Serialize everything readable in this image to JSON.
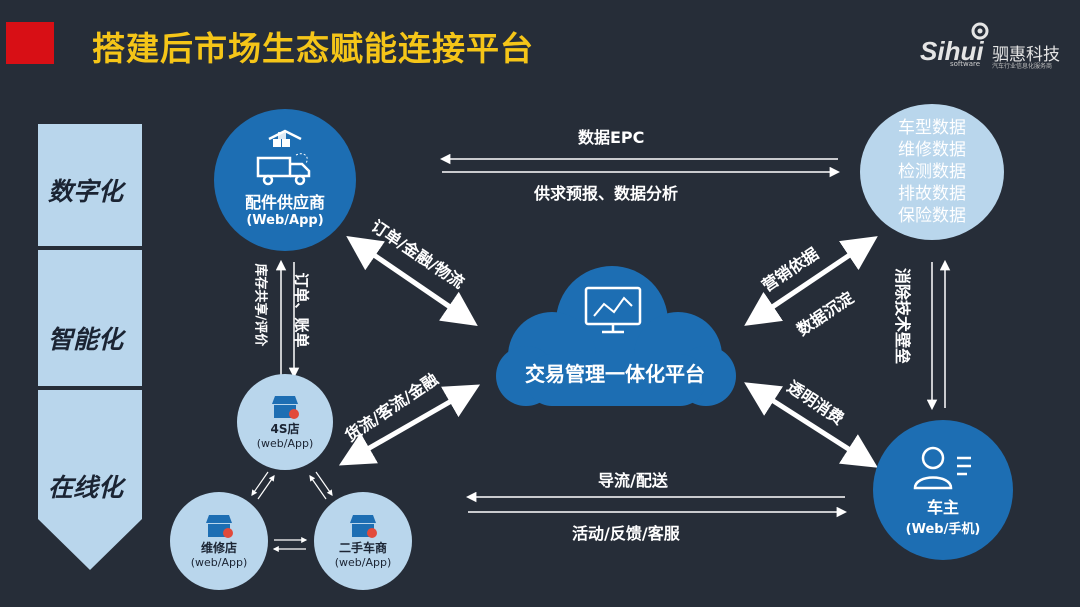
{
  "title": "搭建后市场生态赋能连接平台",
  "logo": {
    "brand": "Sihui",
    "cn": "驷惠科技",
    "sub": "software",
    "tagline": "汽车行业信息化服务商"
  },
  "left_column": [
    "数字化",
    "智能化",
    "在线化"
  ],
  "nodes": {
    "supplier": {
      "name": "配件供应商",
      "sub": "(Web/App)"
    },
    "platform": {
      "name": "交易管理一体化平台"
    },
    "data_center": {
      "lines": [
        "车型数据",
        "维修数据",
        "检测数据",
        "排故数据",
        "保险数据"
      ]
    },
    "owner": {
      "name": "车主",
      "sub": "(Web/手机)"
    },
    "store4s": {
      "name": "4S店",
      "sub": "(web/App)"
    },
    "repair": {
      "name": "维修店",
      "sub": "(web/App)"
    },
    "usedcar": {
      "name": "二手车商",
      "sub": "(web/App)"
    }
  },
  "links": {
    "data_epc": "数据EPC",
    "supply_forecast": "供求预报、数据分析",
    "order_finance_logistics": "订单/金融/物流",
    "marketing_basis": "营销依据",
    "data_deposit": "数据沉淀",
    "eliminate_barriers": "消除技术壁垒",
    "inventory_share": "库存共享/评价",
    "order_bill": "订单、账单",
    "cargo_flow": "货流/客流/金融",
    "transparent": "透明消费",
    "guide_delivery": "导流/配送",
    "activity_feedback": "活动/反馈/客服"
  }
}
